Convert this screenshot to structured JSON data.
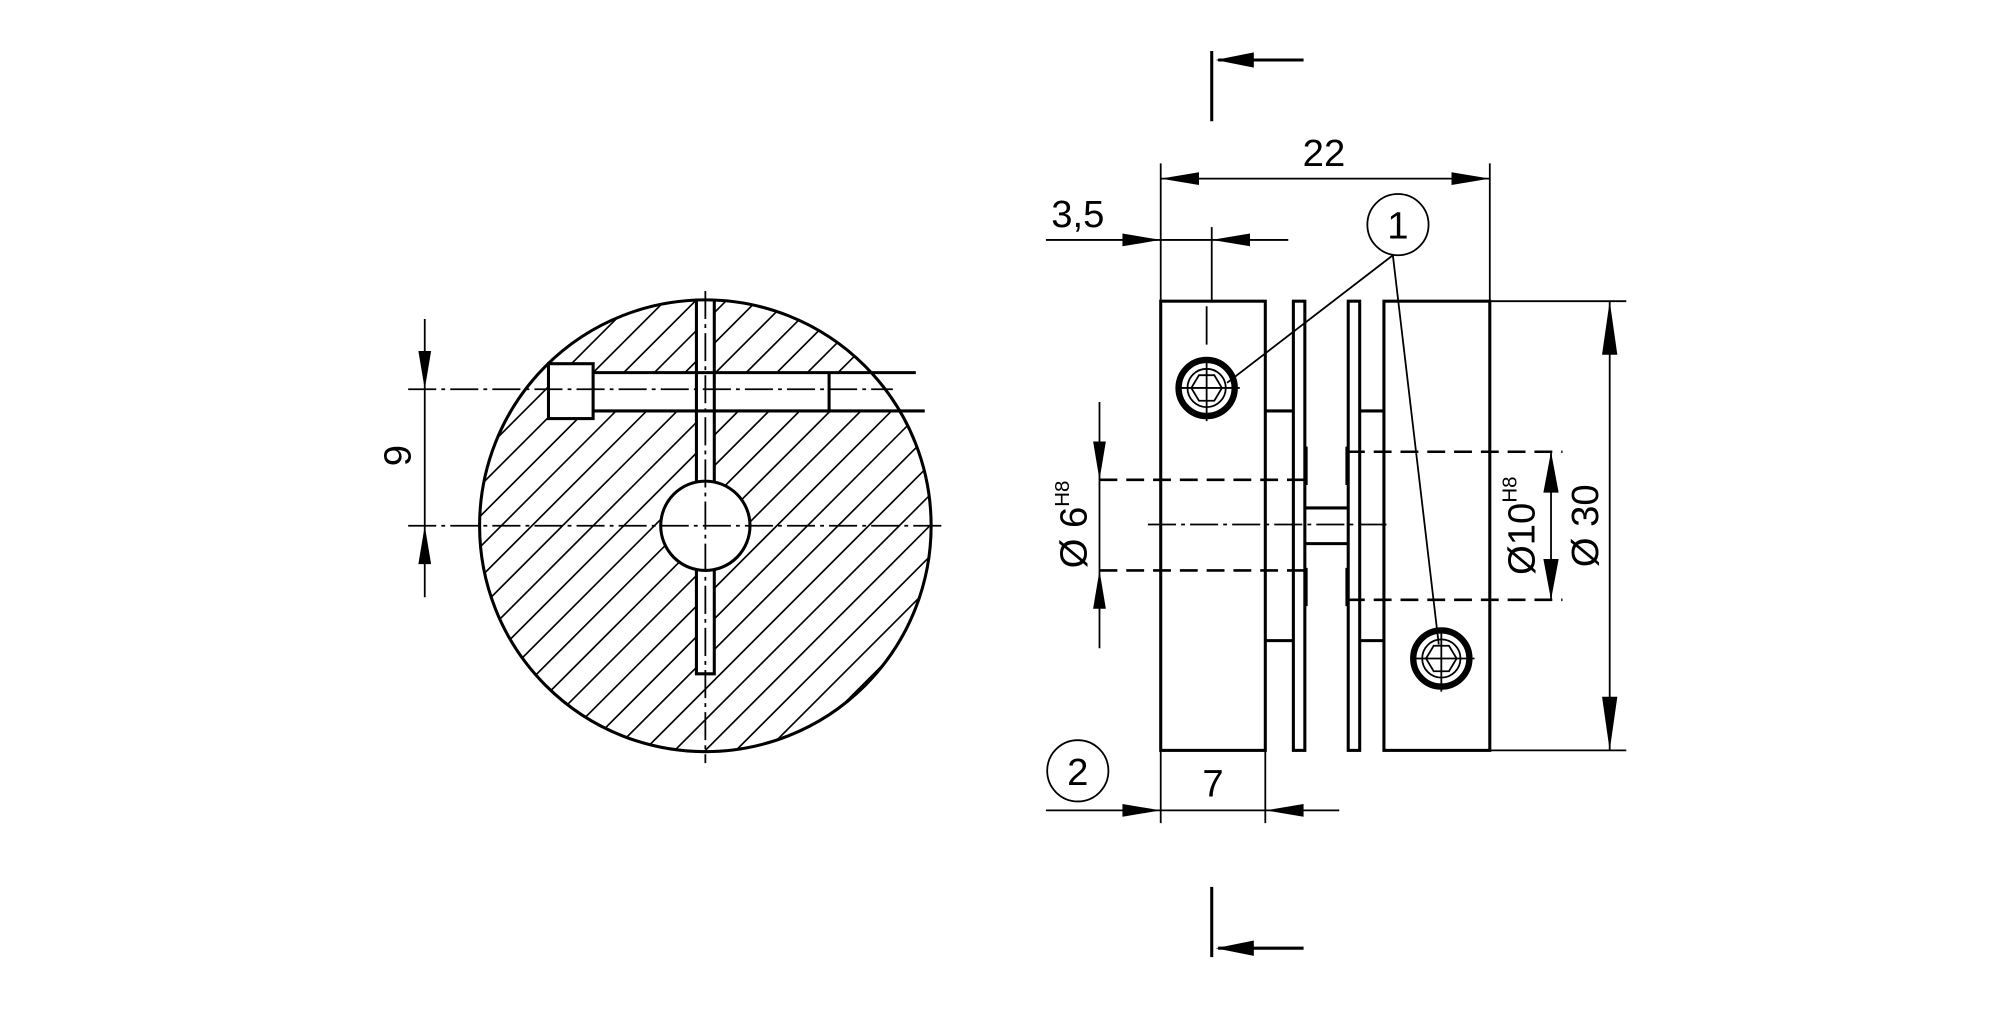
{
  "dimensions": {
    "length_total": "22",
    "screw_offset": "3,5",
    "hub_length": "7",
    "screw_height": "9",
    "bore_small": "6",
    "bore_small_tol": "H8",
    "bore_large": "10",
    "bore_large_tol": "H8",
    "outer_diameter": "30",
    "diameter_symbol": "Ø"
  },
  "balloons": [
    "1",
    "2"
  ],
  "colors": {
    "line": "#000000",
    "background": "#ffffff"
  }
}
